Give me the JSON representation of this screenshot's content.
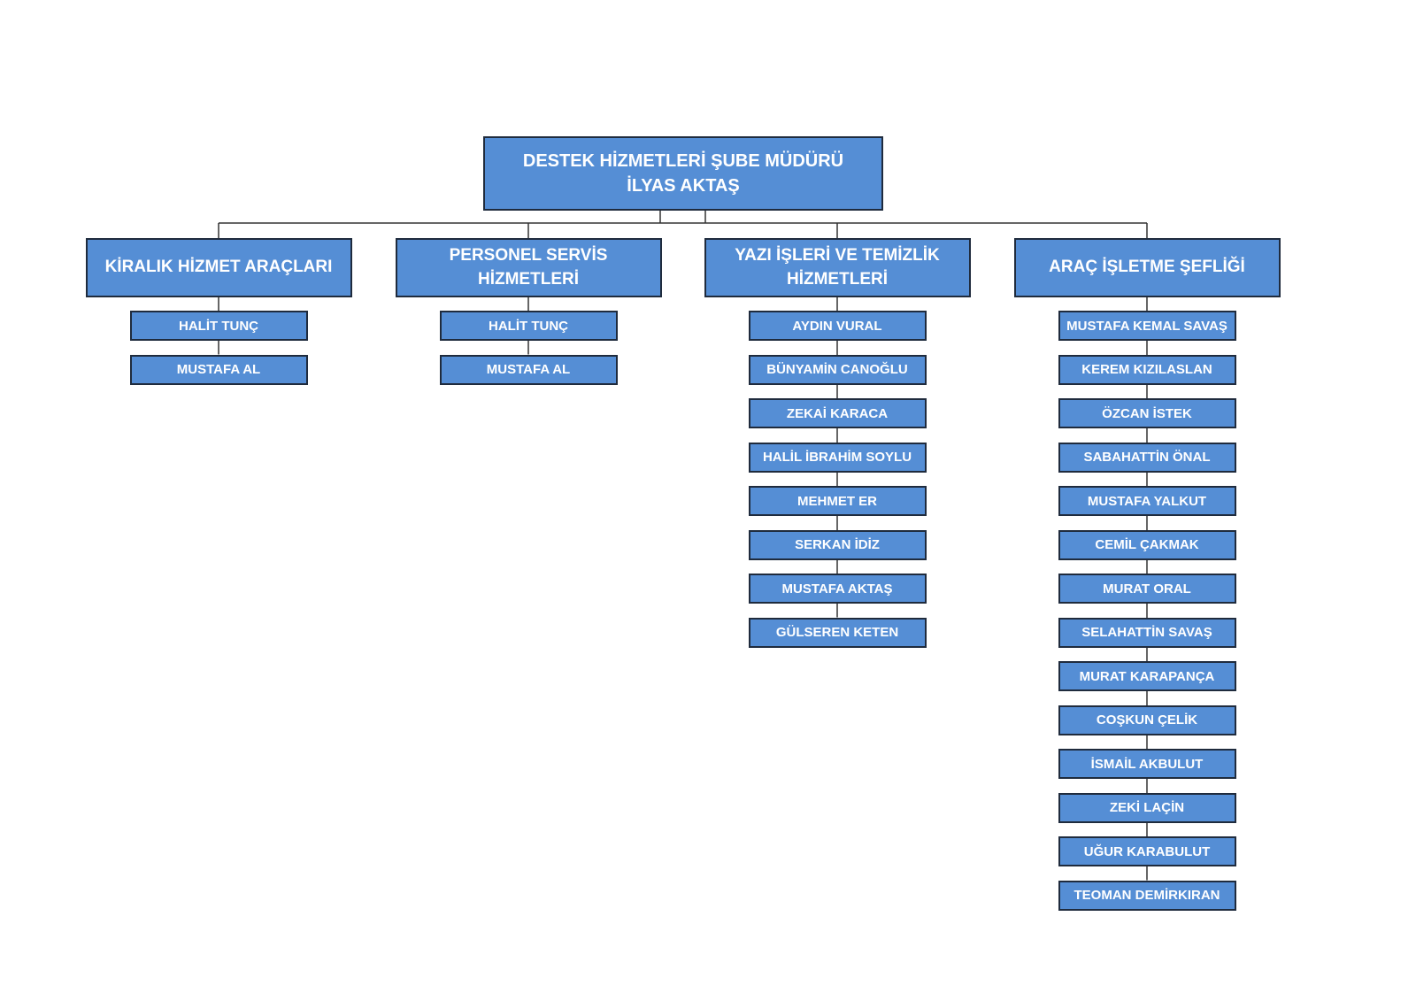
{
  "colors": {
    "box_fill": "#558ED5",
    "box_border": "#1F2B3D",
    "text": "#FFFFFF",
    "connector": "#333333"
  },
  "root": {
    "line1": "DESTEK HİZMETLERİ ŞUBE MÜDÜRÜ",
    "line2": "İLYAS AKTAŞ"
  },
  "departments": [
    {
      "title": "KİRALIK HİZMET ARAÇLARI",
      "members": [
        "HALİT TUNÇ",
        "MUSTAFA AL"
      ]
    },
    {
      "title": "PERSONEL SERVİS HİZMETLERİ",
      "members": [
        "HALİT TUNÇ",
        "MUSTAFA AL"
      ]
    },
    {
      "title": "YAZI İŞLERİ VE TEMİZLİK HİZMETLERİ",
      "members": [
        "AYDIN VURAL",
        "BÜNYAMİN CANOĞLU",
        "ZEKAİ KARACA",
        "HALİL İBRAHİM SOYLU",
        "MEHMET ER",
        "SERKAN İDİZ",
        "MUSTAFA AKTAŞ",
        "GÜLSEREN KETEN"
      ]
    },
    {
      "title": "ARAÇ İŞLETME ŞEFLİĞİ",
      "members": [
        "MUSTAFA KEMAL SAVAŞ",
        "KEREM KIZILASLAN",
        "ÖZCAN İSTEK",
        "SABAHATTİN ÖNAL",
        "MUSTAFA YALKUT",
        "CEMİL ÇAKMAK",
        "MURAT ORAL",
        "SELAHATTİN SAVAŞ",
        "MURAT KARAPANÇA",
        "COŞKUN ÇELİK",
        "İSMAİL AKBULUT",
        "ZEKİ LAÇİN",
        "UĞUR KARABULUT",
        "TEOMAN DEMİRKIRAN"
      ]
    }
  ]
}
